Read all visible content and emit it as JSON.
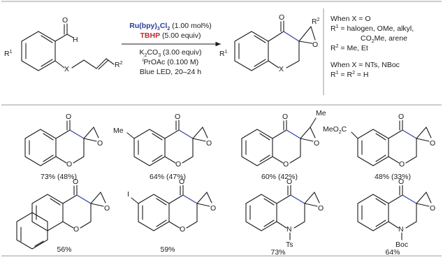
{
  "reaction": {
    "reactant": {
      "r1": "R",
      "r1_sup": "1",
      "cho_o": "O",
      "cho_h": "H",
      "linker": "X",
      "r2": "R",
      "r2_sup": "2"
    },
    "conditions": {
      "catalyst_main": "Ru(bpy)",
      "catalyst_sub": "3",
      "catalyst_cl": "Cl",
      "catalyst_cl_sub": "2",
      "catalyst_loading": " (1.00 mol%)",
      "oxidant": "TBHP",
      "oxidant_loading": " (5.00 equiv)",
      "base_main": "K",
      "base_sub": "2",
      "base_rest": "CO",
      "base_sub2": "3",
      "base_loading": " (3.00 equiv)",
      "solvent_sup": "i",
      "solvent": "PrOAc (0.100 M)",
      "light": "Blue LED, 20–24 h"
    },
    "product": {
      "ketone_o": "O",
      "r1": "R",
      "r1_sup": "1",
      "x": "X",
      "epox_o": "O",
      "r2": "R",
      "r2_sup": "2"
    },
    "scope_box": {
      "line1": "When X = O",
      "line2_a": "R",
      "line2_sup": "1",
      "line2_b": " = halogen, OMe, alkyl,",
      "line3_a": "CO",
      "line3_sub": "2",
      "line3_b": "Me, arene",
      "line4_a": "R",
      "line4_sup": "2",
      "line4_b": " = Me, Et",
      "line5": "When X = NTs, NBoc",
      "line6_a": "R",
      "line6_sup1": "1",
      "line6_b": " = R",
      "line6_sup2": "2",
      "line6_c": " = H"
    }
  },
  "products": [
    {
      "yield": "73% (48%)"
    },
    {
      "yield": "64% (47%)",
      "substituent": "Me"
    },
    {
      "yield": "60% (42%)",
      "substituent": "Me"
    },
    {
      "yield": "48% (33%)",
      "substituent_a": "MeO",
      "substituent_sub": "2",
      "substituent_b": "C"
    },
    {
      "yield": "56%"
    },
    {
      "yield": "59%",
      "substituent": "I"
    },
    {
      "yield": "73%",
      "n_label": "N",
      "protecting_group": "Ts"
    },
    {
      "yield": "64%",
      "n_label": "N",
      "protecting_group": "Boc"
    }
  ],
  "atom_labels": {
    "oxygen": "O"
  },
  "colors": {
    "catalyst": "#2a3d9c",
    "oxidant": "#c0262b",
    "new_bond": "#2a3d9c",
    "rule": "#9a9a9a"
  }
}
